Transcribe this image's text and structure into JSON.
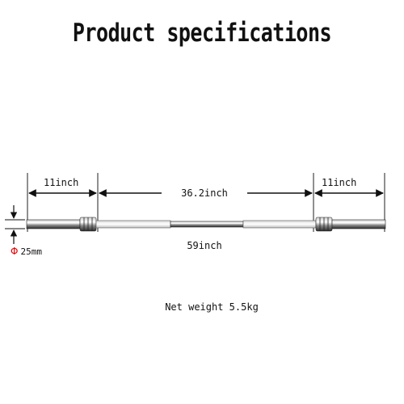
{
  "title": "Product specifications",
  "dimensions": {
    "left_sleeve": "11inch",
    "center_grip": "36.2inch",
    "right_sleeve": "11inch",
    "total_length": "59inch",
    "diameter_symbol": "Φ",
    "diameter_value": "25mm"
  },
  "net_weight": "Net weight 5.5kg",
  "colors": {
    "text": "#111111",
    "diameter_symbol": "#e00000",
    "bar_steel": "#555555",
    "bar_chrome": "#e8e8e8"
  }
}
